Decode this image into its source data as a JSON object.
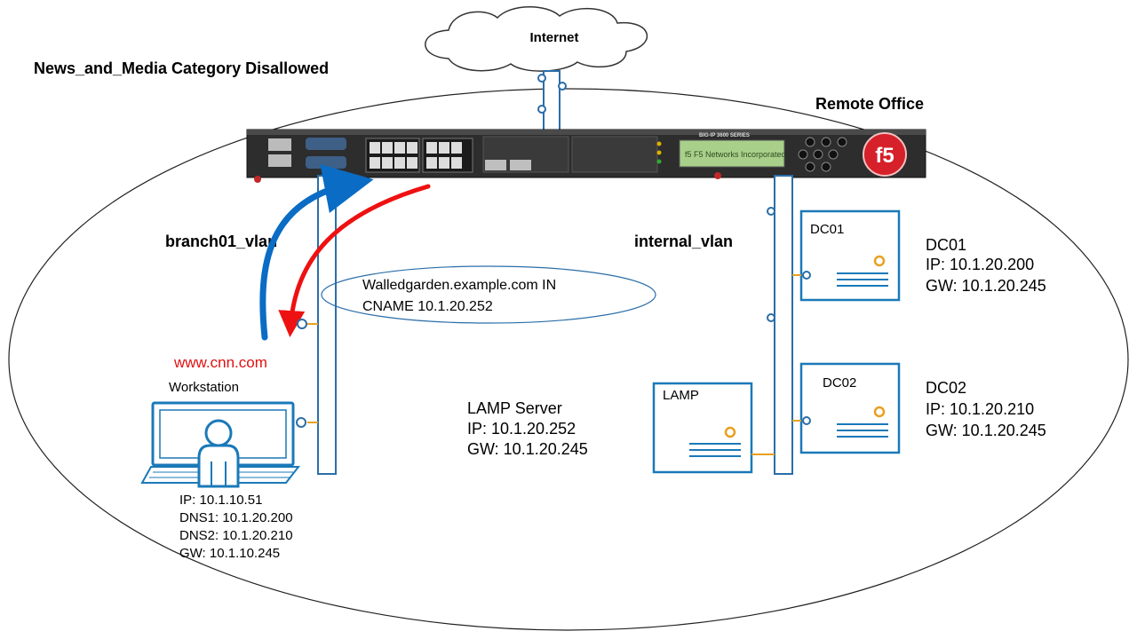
{
  "title": "News_and_Media Category Disallowed",
  "internet_label": "Internet",
  "site_label": "Remote Office",
  "device": {
    "model_text": "BIG-IP 3600 SERIES",
    "logo_text": "f5",
    "lcd_text": "f5  F5 Networks Incorporated"
  },
  "vlans": {
    "branch": "branch01_vlan",
    "internal": "internal_vlan"
  },
  "dns_note": {
    "line1": "Walledgarden.example.com  IN",
    "line2": "CNAME 10.1.20.252"
  },
  "request_url": "www.cnn.com",
  "workstation": {
    "label": "Workstation",
    "ip": "IP: 10.1.10.51",
    "dns1": "DNS1: 10.1.20.200",
    "dns2": "DNS2: 10.1.20.210",
    "gw": "GW: 10.1.10.245"
  },
  "servers": {
    "dc01": {
      "box_label": "DC01",
      "name": "DC01",
      "ip": "IP:  10.1.20.200",
      "gw": "GW:  10.1.20.245"
    },
    "dc02": {
      "box_label": "DC02",
      "name": "DC02",
      "ip": "IP:  10.1.20.210",
      "gw": "GW:  10.1.20.245"
    },
    "lamp": {
      "box_label": "LAMP",
      "name": "LAMP Server",
      "ip": "IP:  10.1.20.252",
      "gw": "GW:  10.1.20.245"
    }
  },
  "colors": {
    "request_arrow": "#0a6cc4",
    "response_arrow": "#ee1111",
    "icon_blue": "#1a79b8",
    "connector_orange": "#e8a020",
    "url_red": "#e01010"
  }
}
